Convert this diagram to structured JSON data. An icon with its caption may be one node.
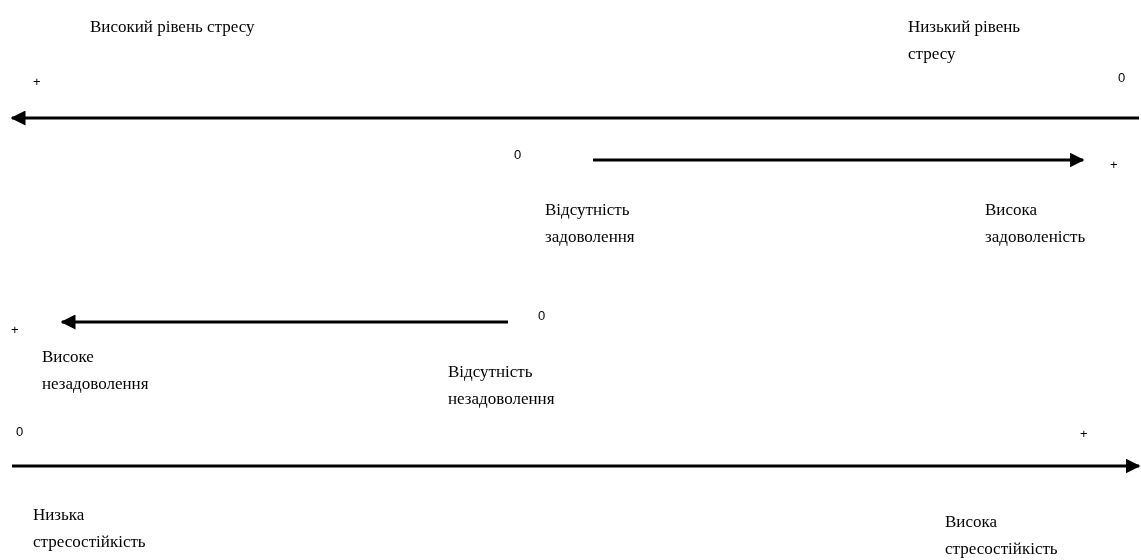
{
  "diagram": {
    "labels": [
      "Високий рівень стресу",
      "Низький рівень стресу",
      "+",
      "0",
      "0",
      "+",
      "Відсутність задоволення",
      "Висока задоволеність",
      "+",
      "0",
      "Високе незадоволення",
      "Відсутність незадоволення",
      "0",
      "+",
      "Низька стресостійкість",
      "Висока стресостійкість"
    ]
  }
}
